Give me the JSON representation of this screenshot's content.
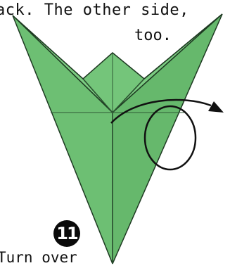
{
  "instructions": {
    "line1": "ack. The other side,",
    "line2": "too."
  },
  "step": {
    "number": "11",
    "caption": "Turn over"
  },
  "colors": {
    "paper": "#6dbf73",
    "paper_shade": "#5aab62",
    "crease": "#2f5a35",
    "outline": "#111111"
  }
}
